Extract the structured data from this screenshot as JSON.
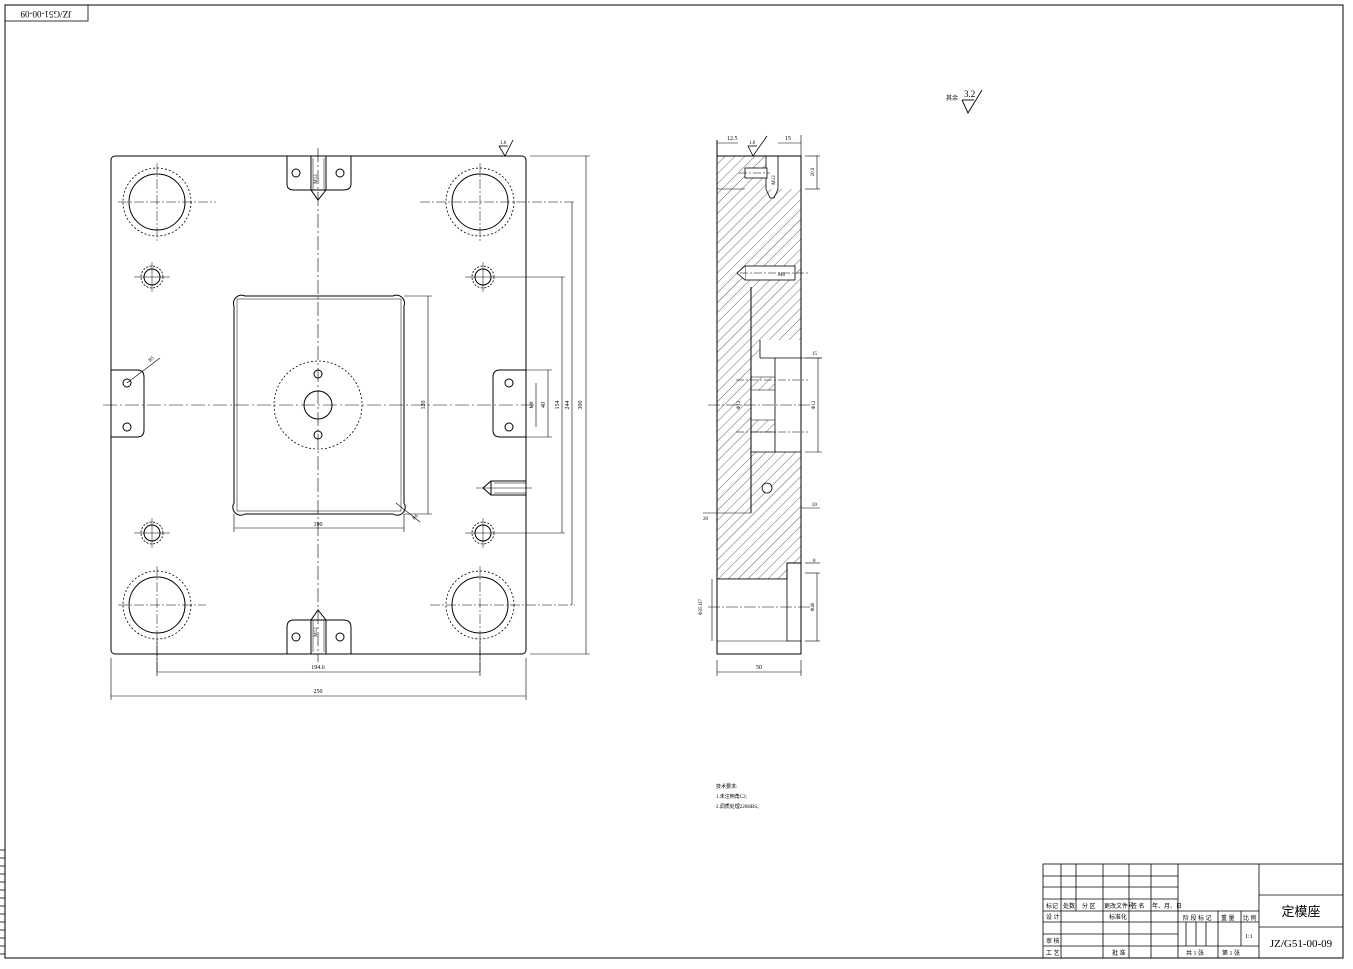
{
  "drawing_number": "JZ/G51-00-09",
  "drawing_number_rotated": "JZ/G51-00-09",
  "part_name": "定模座",
  "roughness": {
    "other_label": "其余",
    "other_value": "3.2",
    "face_value": "1.6",
    "side_value": "1.6"
  },
  "front_view": {
    "dims": {
      "total_width": "250",
      "hole_pitch_x": "194.6",
      "pocket_width": "190",
      "total_height": "300",
      "hole_pitch_y": "244",
      "pin_pitch_y": "154",
      "pocket_height": "120",
      "slot_width": "40",
      "slot_hole": "M8",
      "radius_label": "R5",
      "corner_radius": "R6",
      "screw_top": "M12",
      "screw_bottom": "M12"
    }
  },
  "side_view": {
    "dims": {
      "top_left": "12.5",
      "top_right": "15",
      "top_depth": "20.9",
      "thread_top": "M12",
      "thread_mid": "M8",
      "step_upper": "15",
      "center_dia": "Φ12",
      "step_lower_left": "20",
      "step_lower_right": "20",
      "counterbore_depth": "8",
      "counterbore_dia": "Φ40",
      "bore_dia": "Φ35 H7",
      "thickness": "50"
    }
  },
  "tech_notes": {
    "title": "技术要求:",
    "items": [
      "1.未注倒角C2;",
      "2.调质处理220HBS。"
    ]
  },
  "title_block": {
    "rev_headers": [
      "标记",
      "处数",
      "分 区",
      "更改文件号",
      "签 名",
      "年、月、日"
    ],
    "design": "设 计",
    "standard": "标准化",
    "stage_mark": "阶 段 标 记",
    "weight": "重 量",
    "scale": "比 例",
    "scale_value": "1:1",
    "check": "审 核",
    "process": "工 艺",
    "approve": "批 准",
    "sheets_total": "共 1 张",
    "sheet_no": "第 1 张"
  }
}
